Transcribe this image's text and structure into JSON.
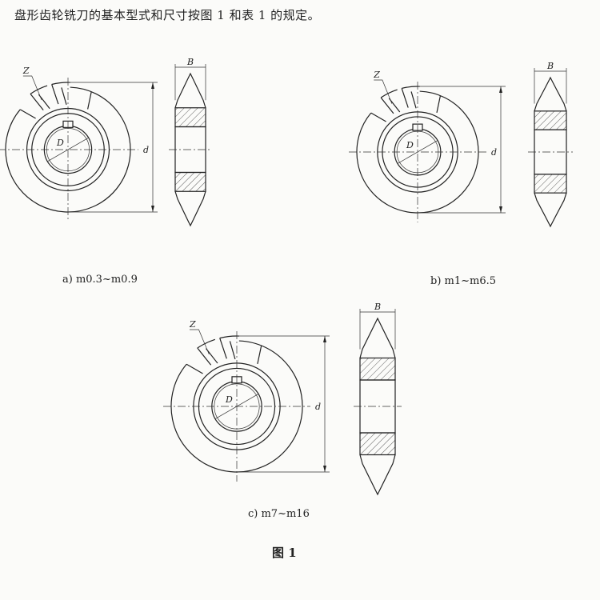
{
  "intro_text": "盘形齿轮铣刀的基本型式和尺寸按图 1 和表 1 的规定。",
  "figures": [
    {
      "id": "a",
      "caption": "a)  m0.3~m0.9",
      "labels": {
        "Z": "Z",
        "D": "D",
        "d": "d",
        "B": "B"
      }
    },
    {
      "id": "b",
      "caption": "b)  m1~m6.5",
      "labels": {
        "Z": "Z",
        "D": "D",
        "d": "d",
        "B": "B"
      }
    },
    {
      "id": "c",
      "caption": "c)  m7~m16",
      "labels": {
        "Z": "Z",
        "D": "D",
        "d": "d",
        "B": "B"
      }
    }
  ],
  "figure_title": "图 1"
}
